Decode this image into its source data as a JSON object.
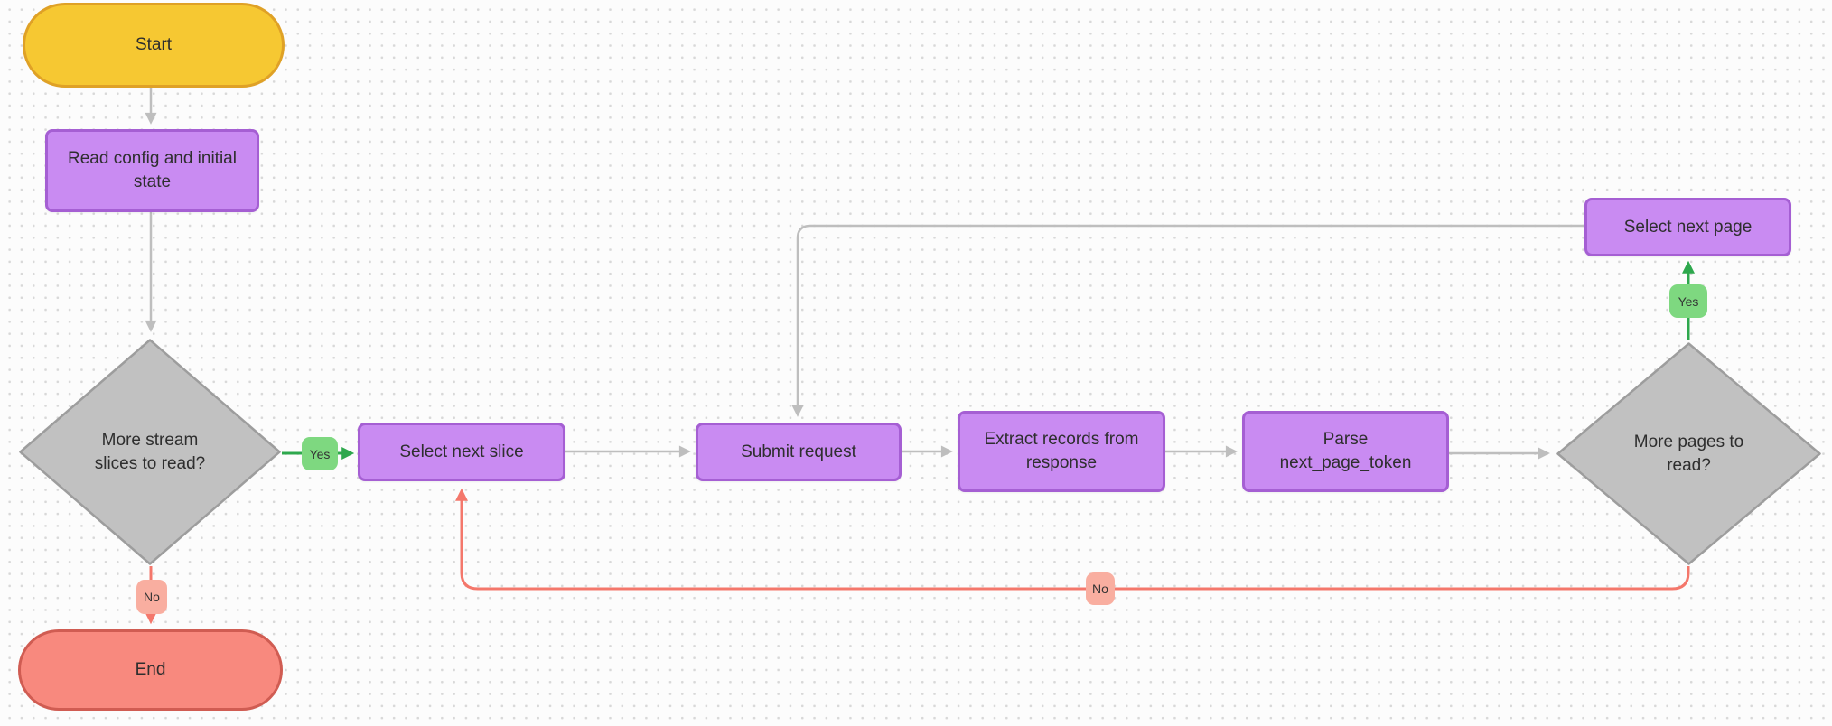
{
  "diagram": {
    "type": "flowchart",
    "direction": "mixed"
  },
  "nodes": {
    "start": {
      "label": "Start",
      "shape": "terminal"
    },
    "read_config": {
      "label": "Read config and initial\nstate",
      "shape": "process"
    },
    "more_slices": {
      "label": "More stream\nslices to read?",
      "shape": "decision"
    },
    "select_next_slice": {
      "label": "Select next slice",
      "shape": "process"
    },
    "submit_request": {
      "label": "Submit request",
      "shape": "process"
    },
    "extract_records": {
      "label": "Extract records from\nresponse",
      "shape": "process"
    },
    "parse_token": {
      "label": "Parse\nnext_page_token",
      "shape": "process"
    },
    "more_pages": {
      "label": "More pages to\nread?",
      "shape": "decision"
    },
    "select_next_page": {
      "label": "Select next page",
      "shape": "process"
    },
    "end": {
      "label": "End",
      "shape": "terminal"
    }
  },
  "edge_labels": {
    "slices_yes": "Yes",
    "slices_no": "No",
    "pages_yes": "Yes",
    "pages_no": "No"
  },
  "colors": {
    "process_fill": "#C98BF2",
    "process_border": "#A55FD3",
    "start_fill": "#F6C832",
    "start_border": "#DFA126",
    "end_fill": "#F8897E",
    "end_border": "#D05C52",
    "decision_fill": "#C1C1C1",
    "decision_border": "#9D9D9D",
    "yes_badge": "#7ED880",
    "yes_arrow": "#2EA84D",
    "no_badge": "#F9AEA0",
    "no_arrow": "#F4776B",
    "edge_gray": "#BEBEBE",
    "text": "#2E2E2E",
    "background": "#FCFCFC",
    "grid_dot": "#D8D8D8"
  }
}
